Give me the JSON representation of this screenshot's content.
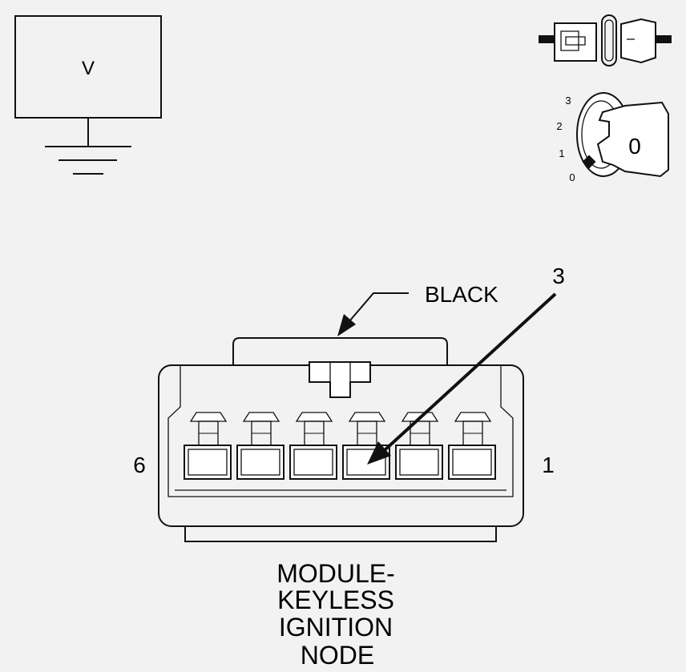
{
  "voltmeter": {
    "label": "V"
  },
  "ignition": {
    "positions": [
      "3",
      "2",
      "1",
      "0"
    ],
    "key_label": "0"
  },
  "connector": {
    "color_label": "BLACK",
    "callout_pin": "3",
    "pin_left": "6",
    "pin_right": "1",
    "title_lines": [
      "MODULE-",
      "KEYLESS",
      "IGNITION",
      "NODE"
    ]
  }
}
